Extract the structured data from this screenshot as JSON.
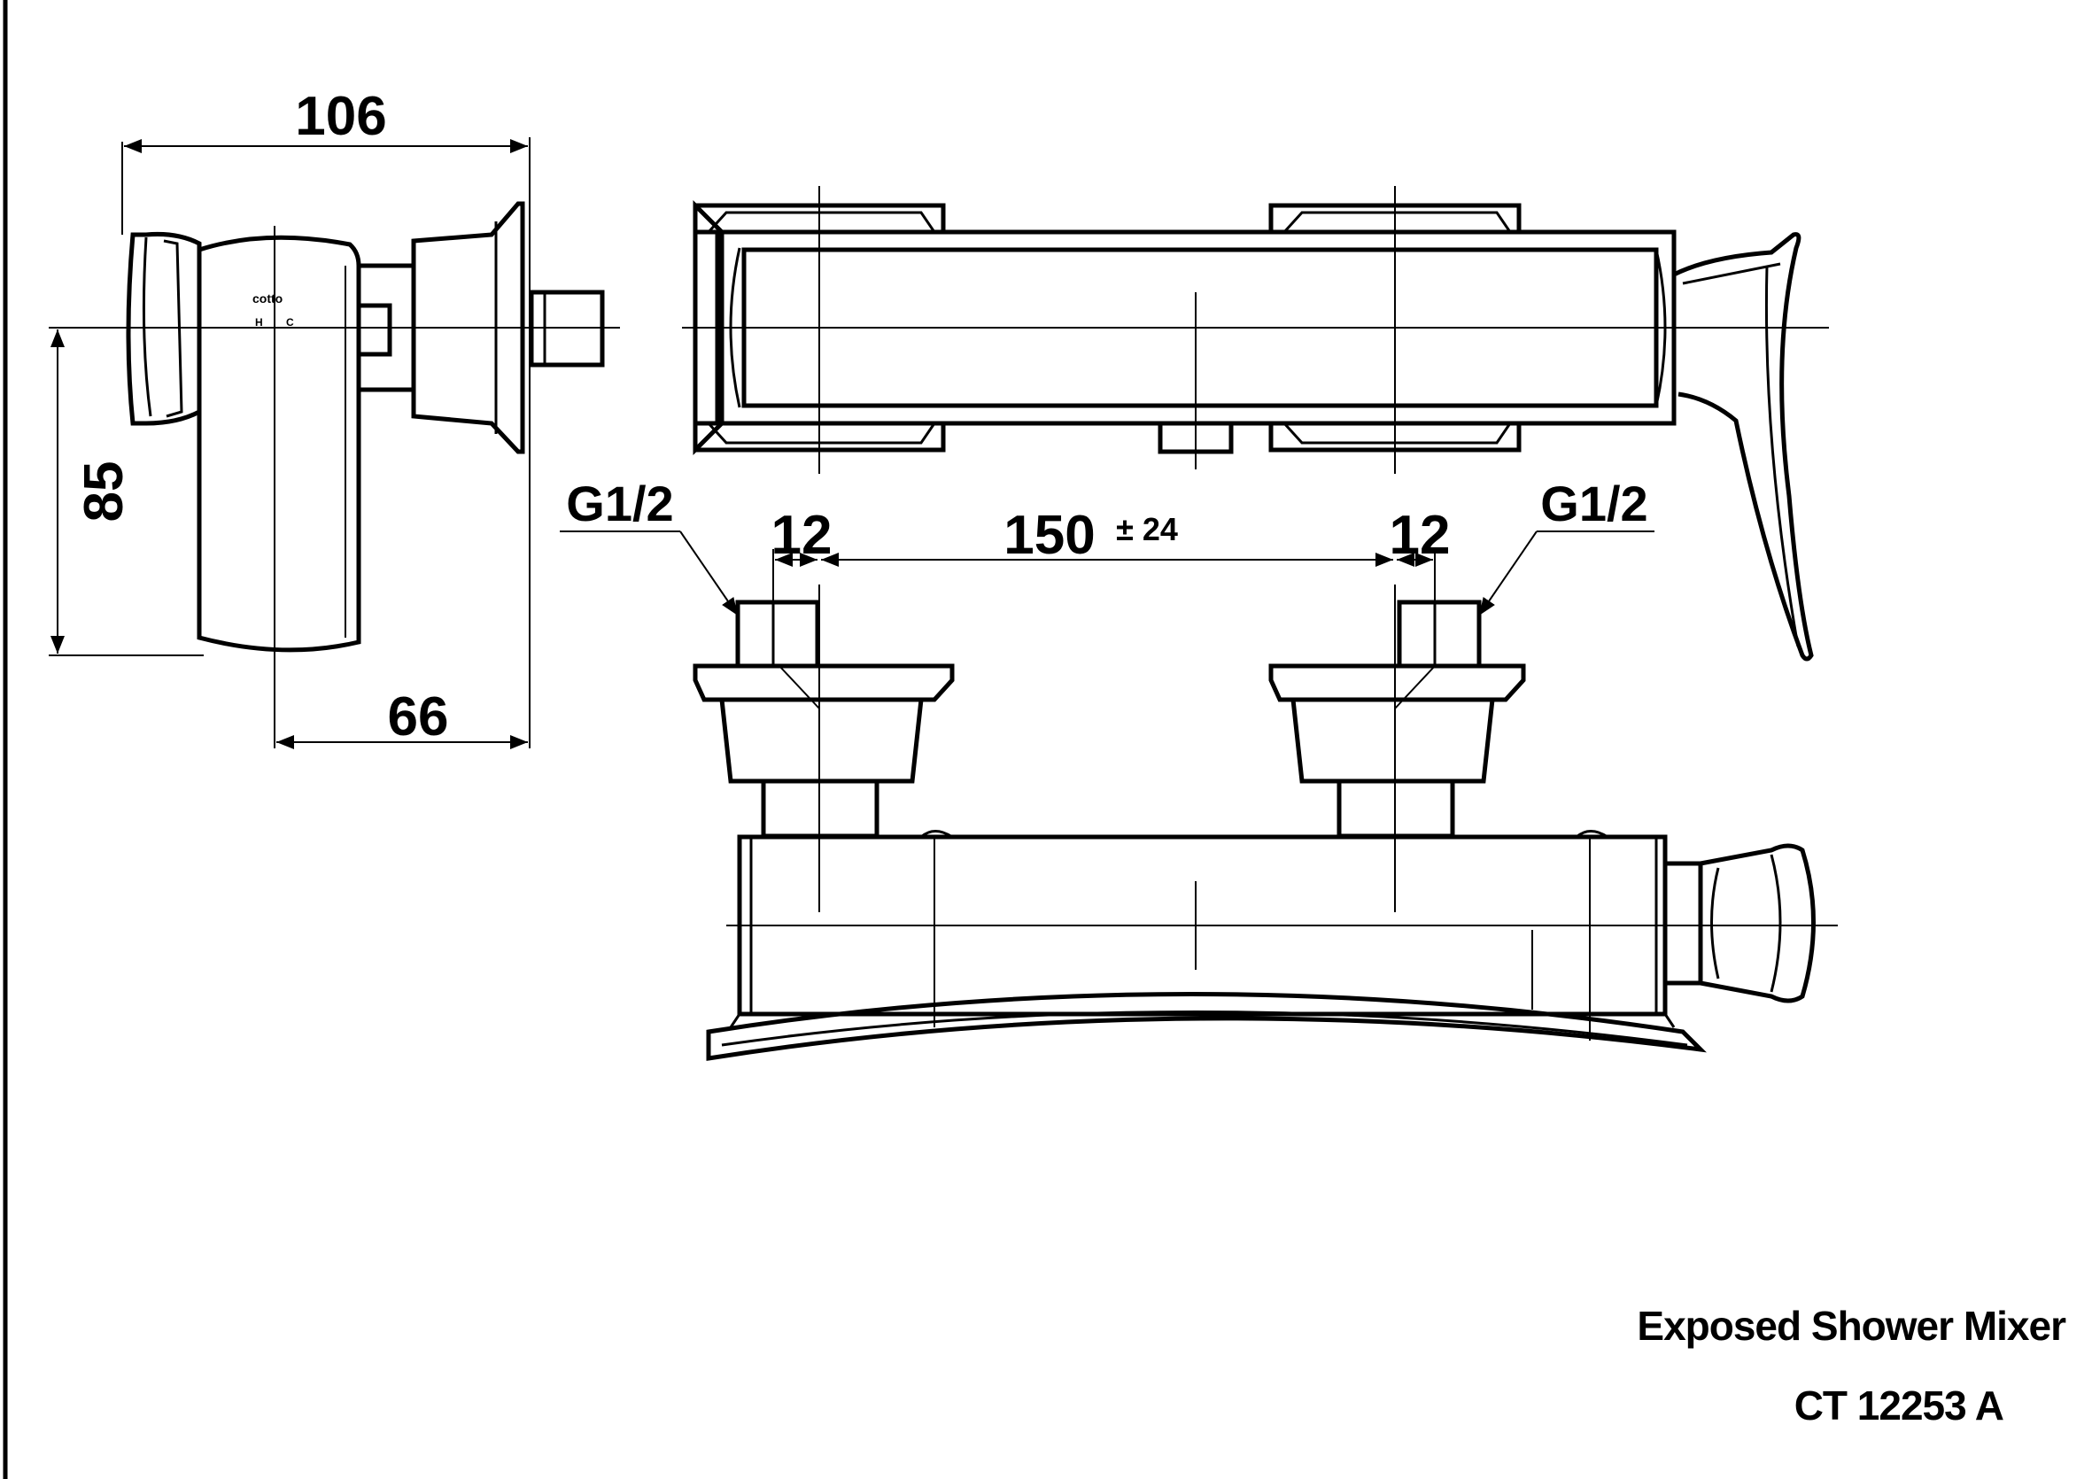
{
  "drawing": {
    "dimensions": {
      "width_total": "106",
      "height_total": "85",
      "depth_body": "66",
      "inlet_spacing": "150",
      "inlet_tolerance": "± 24",
      "pipe_offset_left": "12",
      "pipe_offset_right": "12",
      "thread_left": "G1/2",
      "thread_right": "G1/2"
    },
    "side_view_marks": {
      "brand": "cotto",
      "hot": "H",
      "cold": "C"
    }
  },
  "title_block": {
    "product_name": "Exposed Shower Mixer",
    "model_code": "CT 12253 A"
  }
}
